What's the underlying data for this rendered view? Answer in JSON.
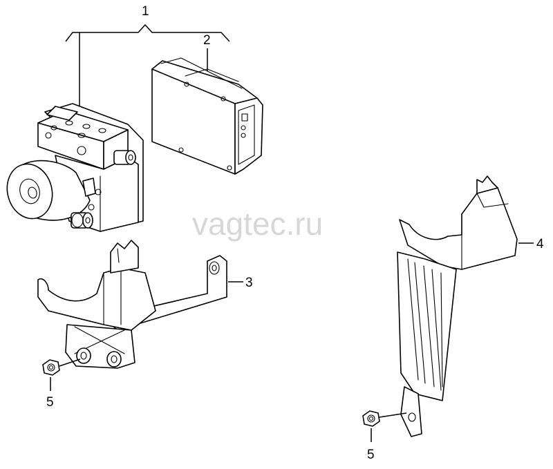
{
  "watermark": "vagtec.ru",
  "callouts": {
    "c1": "1",
    "c2": "2",
    "c3": "3",
    "c4": "4",
    "c5a": "5",
    "c5b": "5"
  },
  "colors": {
    "line": "#000000",
    "background": "#ffffff",
    "watermark": "#d7d7d7"
  }
}
